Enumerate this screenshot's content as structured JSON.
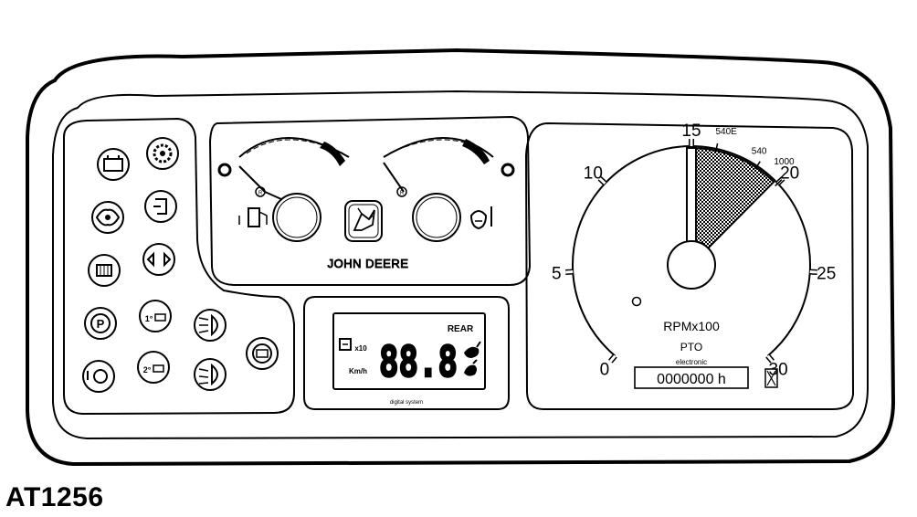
{
  "figure_id": "AT1256",
  "brand": "JOHN DEERE",
  "rpm_gauge": {
    "unit_label": "RPMx100",
    "sub_label": "PTO",
    "hour_meter_caption": "electronic",
    "hour_meter_value": "0000000 h",
    "scale_min": 0,
    "scale_max": 30,
    "ticks": [
      "0",
      "5",
      "10",
      "15",
      "20",
      "25",
      "30"
    ],
    "pto_marks": [
      "540E",
      "540",
      "1000"
    ],
    "needle_value": 15,
    "shaded_sector": [
      15,
      19.8
    ]
  },
  "lcd_display": {
    "readout": "88.8",
    "unit_label": "Km/h",
    "multiplier_label": "x10",
    "mode_label": "REAR",
    "caption": "digital system"
  },
  "small_gauges": {
    "left_marker": "R",
    "right_marker": "R"
  },
  "range_labels": {
    "first": "1°",
    "second": "2°"
  },
  "warning_lights": [
    "battery-icon",
    "pto-icon",
    "oil-pressure-icon",
    "hydraulic-filter-icon",
    "air-filter-icon",
    "turn-signal-icon",
    "park-brake-icon",
    "range-1-icon",
    "high-beam-icon",
    "trailer-brake-icon",
    "brake-fluid-icon",
    "range-2-icon",
    "low-beam-icon"
  ]
}
